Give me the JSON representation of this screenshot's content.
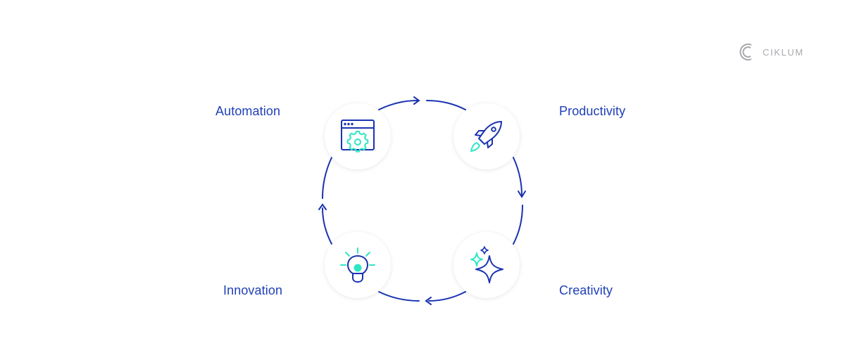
{
  "brand": {
    "name": "CIKLUM",
    "icon": "ciklum-logo-icon"
  },
  "cycle": {
    "nodes": [
      {
        "label": "Automation",
        "icon": "browser-gear-icon"
      },
      {
        "label": "Productivity",
        "icon": "rocket-icon"
      },
      {
        "label": "Creativity",
        "icon": "sparkles-icon"
      },
      {
        "label": "Innovation",
        "icon": "lightbulb-icon"
      }
    ],
    "direction": "clockwise"
  },
  "colors": {
    "primary": "#1a33b0",
    "accent": "#2ee6c4",
    "logo": "#a7a9ad",
    "circle": "#ffffff"
  }
}
